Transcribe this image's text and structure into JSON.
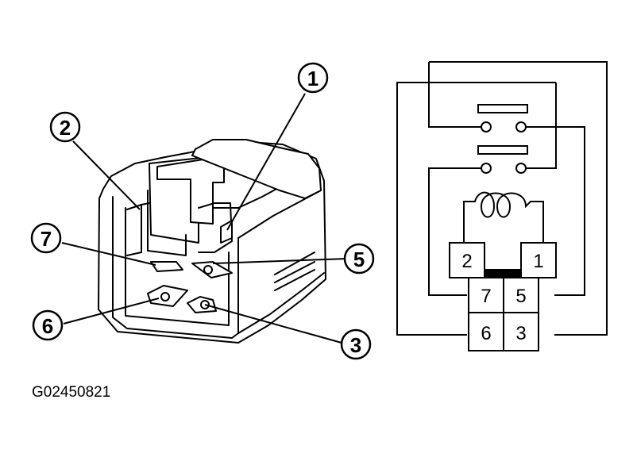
{
  "callouts": [
    "1",
    "2",
    "3",
    "5",
    "6",
    "7"
  ],
  "schematic_pins": {
    "top_left": "2",
    "top_right": "1",
    "mid_left": "7",
    "mid_right": "5",
    "bot_left": "6",
    "bot_right": "3"
  },
  "figure_id": "G02450821",
  "colors": {
    "ink": "#000000",
    "paper": "#ffffff"
  }
}
